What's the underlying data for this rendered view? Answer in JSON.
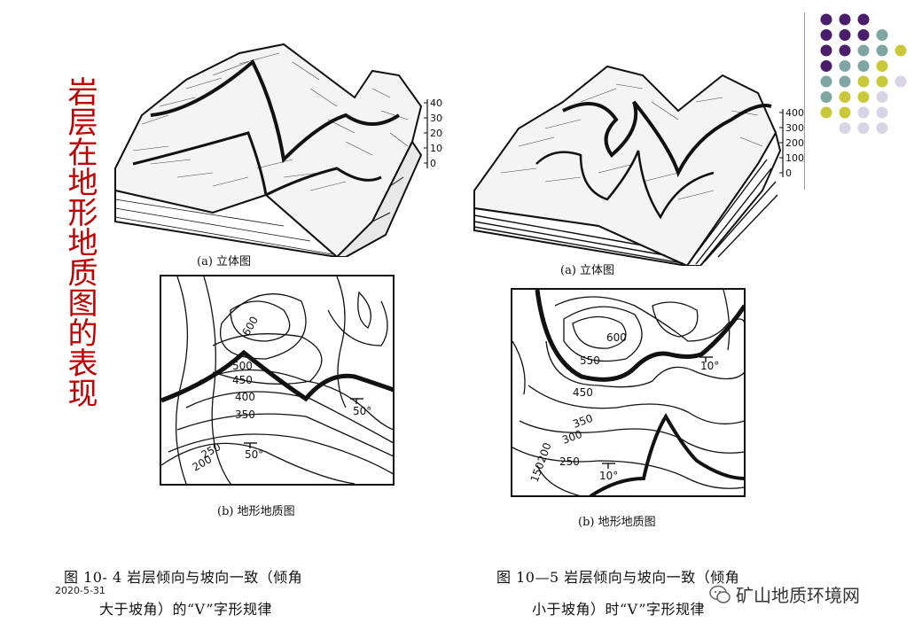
{
  "slide": {
    "title": "岩层在地形地质图的表现",
    "date": "2020-5-31",
    "watermark": "矿山地质环境网"
  },
  "figure_left": {
    "block_caption": "(a) 立体图",
    "map_caption": "(b) 地形地质图",
    "scale_ticks": [
      "400",
      "300",
      "200",
      "100",
      "0"
    ],
    "contour_labels": [
      "600",
      "500",
      "450",
      "400",
      "350",
      "250",
      "200"
    ],
    "dip_labels": [
      "50°",
      "50°"
    ],
    "figure_title_line1": "图 10- 4   岩层倾向与坡向一致（倾角",
    "figure_title_line2": "大于坡角）的“V”字形规律"
  },
  "figure_right": {
    "block_caption": "(a) 立体图",
    "map_caption": "(b) 地形地质图",
    "scale_ticks": [
      "400",
      "300",
      "200",
      "100",
      "0"
    ],
    "contour_labels": [
      "600",
      "550",
      "450",
      "350",
      "300",
      "250",
      "200",
      "150"
    ],
    "dip_labels": [
      "10°",
      "10°"
    ],
    "figure_title_line1": "图 10—5   岩层倾向与坡向一致（倾角",
    "figure_title_line2": "小于坡角）时“V”字形规律"
  },
  "colors": {
    "title_red": "#c00000",
    "dot_purple": "#4b1e6b",
    "dot_teal": "#7fa6a3",
    "dot_olive": "#c8c83a",
    "dot_lavender": "#d9d3e6"
  }
}
